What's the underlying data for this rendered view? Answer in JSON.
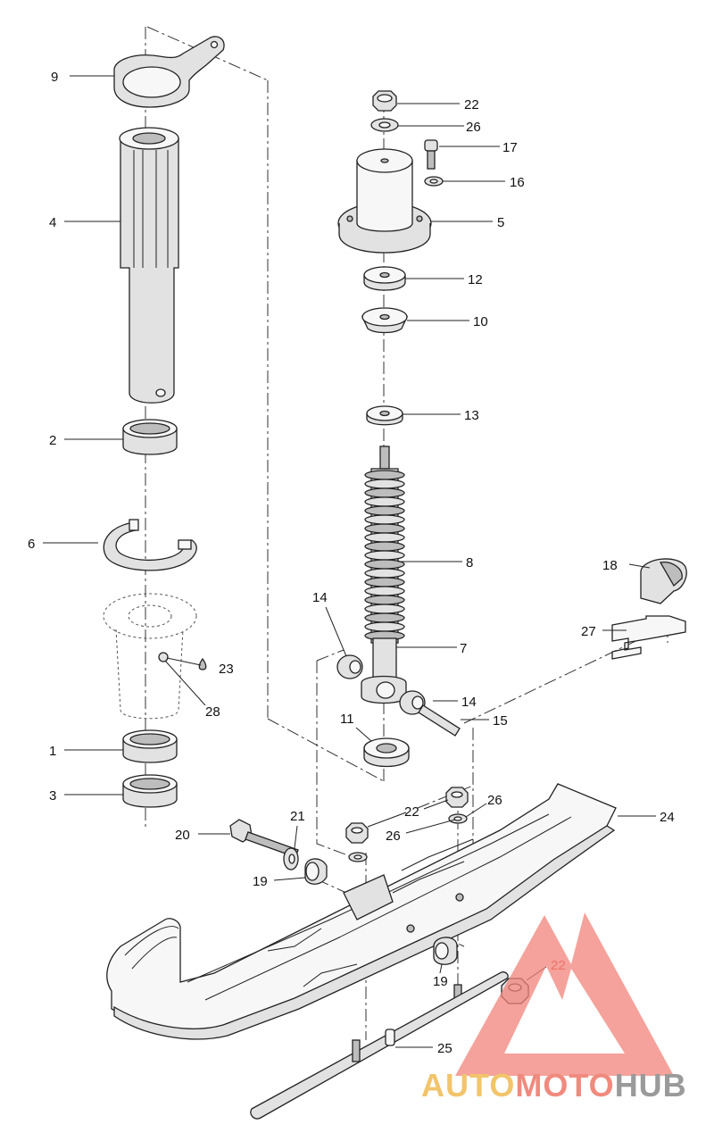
{
  "callouts": [
    {
      "id": "9",
      "text": "9"
    },
    {
      "id": "4",
      "text": "4"
    },
    {
      "id": "2",
      "text": "2"
    },
    {
      "id": "6",
      "text": "6"
    },
    {
      "id": "1",
      "text": "1"
    },
    {
      "id": "3",
      "text": "3"
    },
    {
      "id": "20",
      "text": "20"
    },
    {
      "id": "19a",
      "text": "19"
    },
    {
      "id": "21",
      "text": "21"
    },
    {
      "id": "23",
      "text": "23"
    },
    {
      "id": "28",
      "text": "28"
    },
    {
      "id": "22a",
      "text": "22"
    },
    {
      "id": "26a",
      "text": "26"
    },
    {
      "id": "17",
      "text": "17"
    },
    {
      "id": "16",
      "text": "16"
    },
    {
      "id": "5",
      "text": "5"
    },
    {
      "id": "12",
      "text": "12"
    },
    {
      "id": "10",
      "text": "10"
    },
    {
      "id": "13",
      "text": "13"
    },
    {
      "id": "8",
      "text": "8"
    },
    {
      "id": "7",
      "text": "7"
    },
    {
      "id": "14a",
      "text": "14"
    },
    {
      "id": "14b",
      "text": "14"
    },
    {
      "id": "15",
      "text": "15"
    },
    {
      "id": "11",
      "text": "11"
    },
    {
      "id": "18",
      "text": "18"
    },
    {
      "id": "27",
      "text": "27"
    },
    {
      "id": "22b",
      "text": "22"
    },
    {
      "id": "26b",
      "text": "26"
    },
    {
      "id": "26c",
      "text": "26"
    },
    {
      "id": "24",
      "text": "24"
    },
    {
      "id": "19b",
      "text": "19"
    },
    {
      "id": "22c",
      "text": "22"
    },
    {
      "id": "25",
      "text": "25"
    }
  ],
  "watermark": {
    "part1": "AUTO",
    "part2": "MOTO",
    "part3": "HUB",
    "color1": "#f2c46b",
    "color2": "#f08a7e",
    "color3": "#9a9a9a",
    "logo_color": "#f0837a"
  }
}
